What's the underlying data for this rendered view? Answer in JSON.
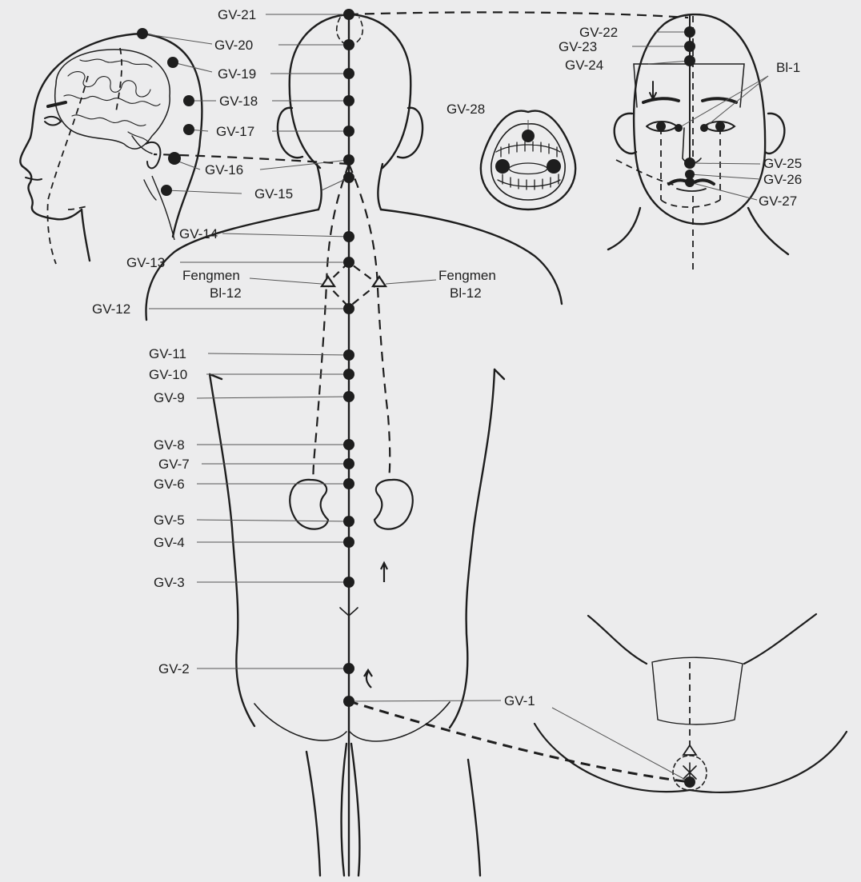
{
  "colors": {
    "background": "#ececed",
    "ink": "#1e1e1e",
    "leader_line": "#555555"
  },
  "labels": {
    "gv1": "GV-1",
    "gv2": "GV-2",
    "gv3": "GV-3",
    "gv4": "GV-4",
    "gv5": "GV-5",
    "gv6": "GV-6",
    "gv7": "GV-7",
    "gv8": "GV-8",
    "gv9": "GV-9",
    "gv10": "GV-10",
    "gv11": "GV-11",
    "gv12": "GV-12",
    "gv13": "GV-13",
    "gv14": "GV-14",
    "gv15": "GV-15",
    "gv16": "GV-16",
    "gv17": "GV-17",
    "gv18": "GV-18",
    "gv19": "GV-19",
    "gv20": "GV-20",
    "gv21": "GV-21",
    "gv22": "GV-22",
    "gv23": "GV-23",
    "gv24": "GV-24",
    "gv25": "GV-25",
    "gv26": "GV-26",
    "gv27": "GV-27",
    "gv28": "GV-28",
    "bl1": "Bl-1",
    "fengmen_left_name": "Fengmen",
    "fengmen_left_code": "Bl-12",
    "fengmen_right_name": "Fengmen",
    "fengmen_right_code": "Bl-12"
  }
}
